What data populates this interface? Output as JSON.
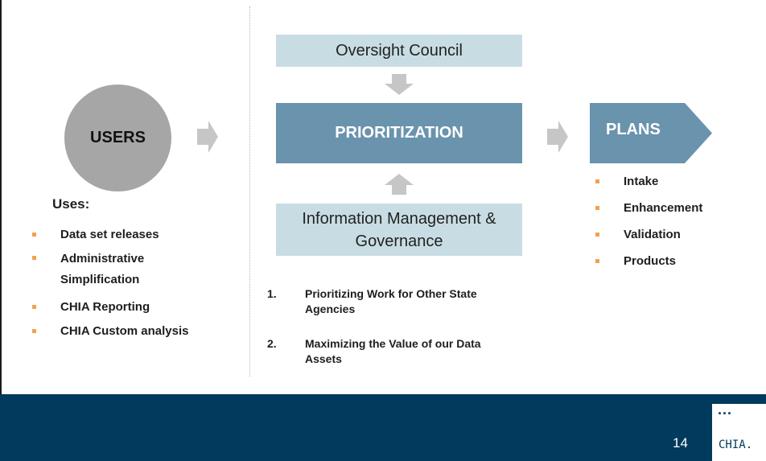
{
  "users": {
    "circle_label": "USERS",
    "uses_title": "Uses:",
    "uses": [
      "Data set releases",
      "Administrative Simplification",
      "CHIA Reporting",
      "CHIA Custom analysis"
    ]
  },
  "center": {
    "oversight": "Oversight Council",
    "prioritization": "PRIORITIZATION",
    "info_mgmt": "Information Management & Governance",
    "numbered": [
      {
        "num": "1.",
        "text": "Prioritizing Work for Other State Agencies"
      },
      {
        "num": "2.",
        "text": "Maximizing the Value of our Data Assets"
      }
    ]
  },
  "plans": {
    "label": "PLANS",
    "items": [
      "Intake",
      "Enhancement",
      "Validation",
      "Products"
    ]
  },
  "footer": {
    "page_number": "14",
    "logo_dots": "...",
    "logo_text": "CHIA."
  },
  "colors": {
    "prioritization_box": "#6a93ad",
    "light_box": "#c8dde3",
    "circle": "#a6a6a6",
    "arrow": "#c6c6c6",
    "bullet": "#f3a24a",
    "footer": "#003a5c"
  }
}
